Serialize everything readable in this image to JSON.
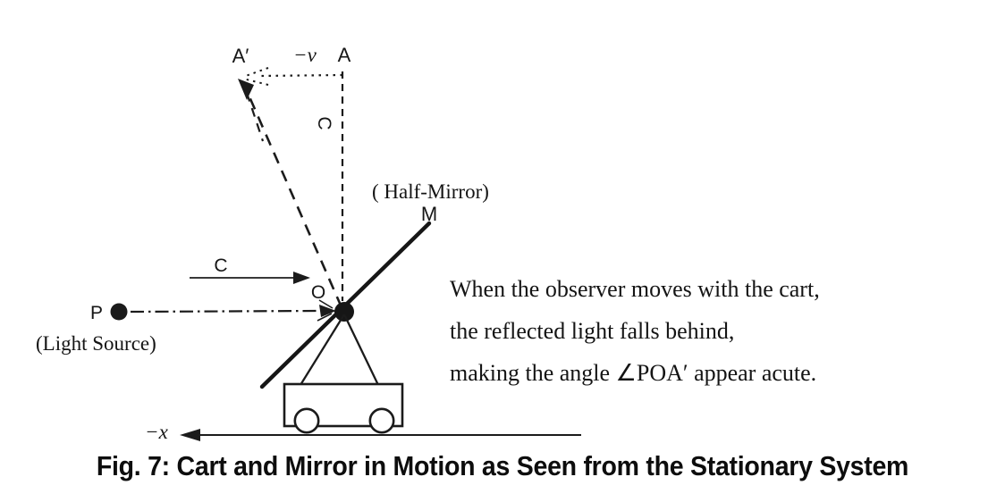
{
  "caption": "Fig. 7: Cart and Mirror in Motion as Seen from the Stationary System",
  "annotation": {
    "line1": "When the observer moves with the cart,",
    "line2": "the reflected light falls behind,",
    "line3": "making the angle ∠POA′ appear acute."
  },
  "labels": {
    "a_prime": "A′",
    "minus_v": "−v",
    "a": "A",
    "c_vertical": "C",
    "half_mirror": "( Half-Mirror)",
    "m": "M",
    "c_horizontal": "C",
    "o": "O",
    "p": "P",
    "light_source": "(Light Source)",
    "minus_x": "−x"
  },
  "colors": {
    "ink": "#1b1b1b",
    "background": "#ffffff"
  }
}
